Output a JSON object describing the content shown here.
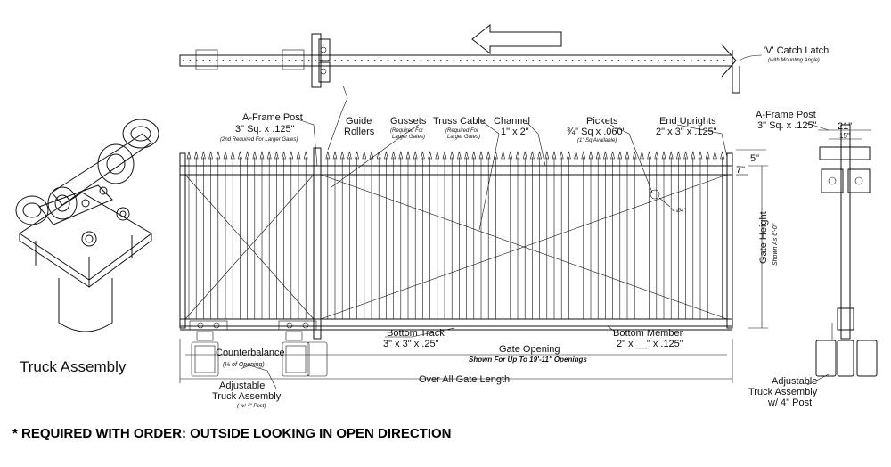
{
  "labels": {
    "v_catch_latch": "'V' Catch Latch",
    "v_catch_latch_note": "(with Mounting Angle)",
    "a_frame_post": "A-Frame Post",
    "a_frame_post_size": "3\" Sq. x .125\"",
    "a_frame_post_note": "(2nd Required For Larger Gates)",
    "guide": "Guide",
    "rollers": "Rollers",
    "gussets": "Gussets",
    "gussets_note1": "(Required For",
    "gussets_note2": "Larger Gates)",
    "truss_cable": "Truss Cable",
    "truss_note1": "(Required For",
    "truss_note2": "Larger Gates)",
    "channel": "Channel",
    "channel_size": "1\" x 2\"",
    "pickets": "Pickets",
    "pickets_size": "¾\" Sq x .060\"",
    "pickets_note": "(1\" Sq Available)",
    "end_uprights": "End Uprights",
    "end_uprights_size": "2\" x 3\" x .125\"",
    "dim_5": "5\"",
    "dim_7": "7\"",
    "dia_4": "\"< Ø4\"",
    "gate_height": "Gate Height",
    "gate_height_note": "Shown As 6'-0\"",
    "bottom_track": "Bottom Track",
    "bottom_track_size": "3\" x 3\" x .25\"",
    "bottom_member": "Bottom Member",
    "bottom_member_size": "2\" x __\" x .125\"",
    "counterbalance": "Counterbalance",
    "counterbalance_note": "(⅓ of Opening)",
    "gate_opening": "Gate Opening",
    "gate_opening_note": "Shown For Up To 19'-11\" Openings",
    "adj_truck": "Adjustable",
    "truck_assembly": "Truck Assembly",
    "adj_truck_note": "( w/ 4\" Post)",
    "over_all": "Over All Gate Length",
    "truck_assembly_title": "Truck Assembly",
    "side_a_frame": "A-Frame Post",
    "side_a_frame_size": "3\" Sq. x .125\"",
    "dim_21": "21\"",
    "dim_15": "15\"",
    "side_adj": "Adjustable",
    "side_truck": "Truck Assembly",
    "side_post": "w/ 4\" Post",
    "required": "* REQUIRED WITH ORDER: OUTSIDE LOOKING IN OPEN DIRECTION"
  },
  "colors": {
    "line": "#111111",
    "background": "#ffffff"
  }
}
